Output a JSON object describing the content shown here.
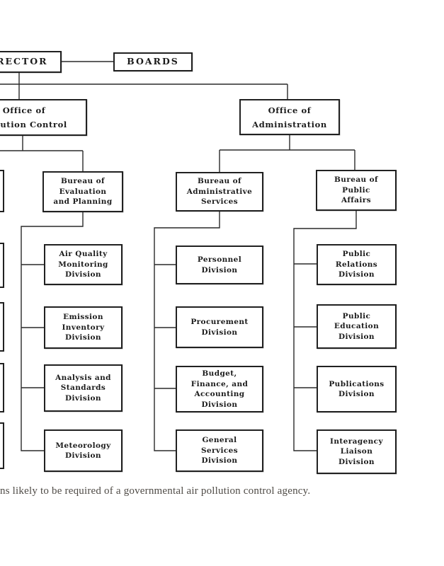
{
  "nodes": {
    "director": "DIRECTOR",
    "boards": "BOARDS",
    "office_pollution_control": "Office of\nPollution Control",
    "office_administration": "Office of\nAdministration",
    "bureau_evaluation_planning": "Bureau of\nEvaluation\nand Planning",
    "bureau_administrative_services": "Bureau of\nAdministrative\nServices",
    "bureau_public_affairs": "Bureau of\nPublic\nAffairs",
    "air_quality_monitoring": "Air Quality\nMonitoring\nDivision",
    "emission_inventory": "Emission\nInventory\nDivision",
    "analysis_standards": "Analysis and\nStandards\nDivision",
    "meteorology": "Meteorology\nDivision",
    "personnel": "Personnel\nDivision",
    "procurement": "Procurement\nDivision",
    "budget_finance_accounting": "Budget,\nFinance, and\nAccounting\nDivision",
    "general_services": "General\nServices\nDivision",
    "public_relations": "Public\nRelations\nDivision",
    "public_education": "Public\nEducation\nDivision",
    "publications": "Publications\nDivision",
    "interagency_liaison": "Interagency\nLiaison\nDivision"
  },
  "hierarchy": {
    "director_reports": [
      "Office of Pollution Control",
      "Office of Administration"
    ],
    "director_advisory": [
      "BOARDS"
    ],
    "office_pollution_control_bureaus": [
      "Bureau of Evaluation and Planning"
    ],
    "bureau_evaluation_planning_divisions": [
      "Air Quality Monitoring Division",
      "Emission Inventory Division",
      "Analysis and Standards Division",
      "Meteorology Division"
    ],
    "office_administration_bureaus": [
      "Bureau of Administrative Services",
      "Bureau of Public Affairs"
    ],
    "bureau_administrative_services_divisions": [
      "Personnel Division",
      "Procurement Division",
      "Budget, Finance, and Accounting Division",
      "General Services Division"
    ],
    "bureau_public_affairs_divisions": [
      "Public Relations Division",
      "Public Education Division",
      "Publications Division",
      "Interagency Liaison Division"
    ]
  },
  "caption": "ns likely to be required of a governmental air pollution control agency.",
  "colors": {
    "ink": "#1d1d1d",
    "line": "#2c2c2c",
    "background": "#ffffff",
    "caption_ink": "#4f4b46"
  }
}
